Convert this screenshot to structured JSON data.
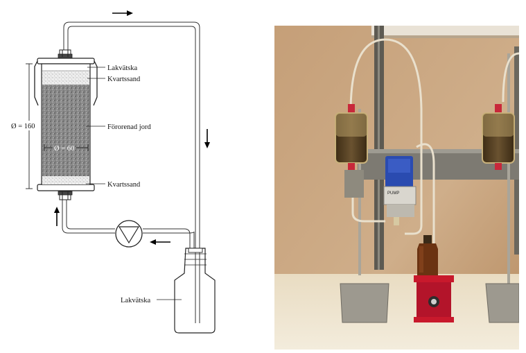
{
  "diagram": {
    "labels": {
      "lakvatska_top": "Lakvätska",
      "kvartssand_top": "Kvartssand",
      "fororenad_jord": "Förorenad jord",
      "kvartssand_bottom": "Kvartssand",
      "lakvatska_bottle": "Lakvätska",
      "outer_diameter": "Ø = 160",
      "inner_diameter": "Ø = 60"
    }
  },
  "photo": {
    "pump_label": "PUMP",
    "colors": {
      "wall": "#c9a986",
      "wall_dark": "#a9825d",
      "bench": "#efe6d2",
      "tube": "#e6dccc",
      "pump_head": "#2a4bb0",
      "stand_red": "#c8192c",
      "column_soil": "#5a4526",
      "column_tube": "#c9b27c",
      "amber_bottle": "#6b3312"
    }
  }
}
